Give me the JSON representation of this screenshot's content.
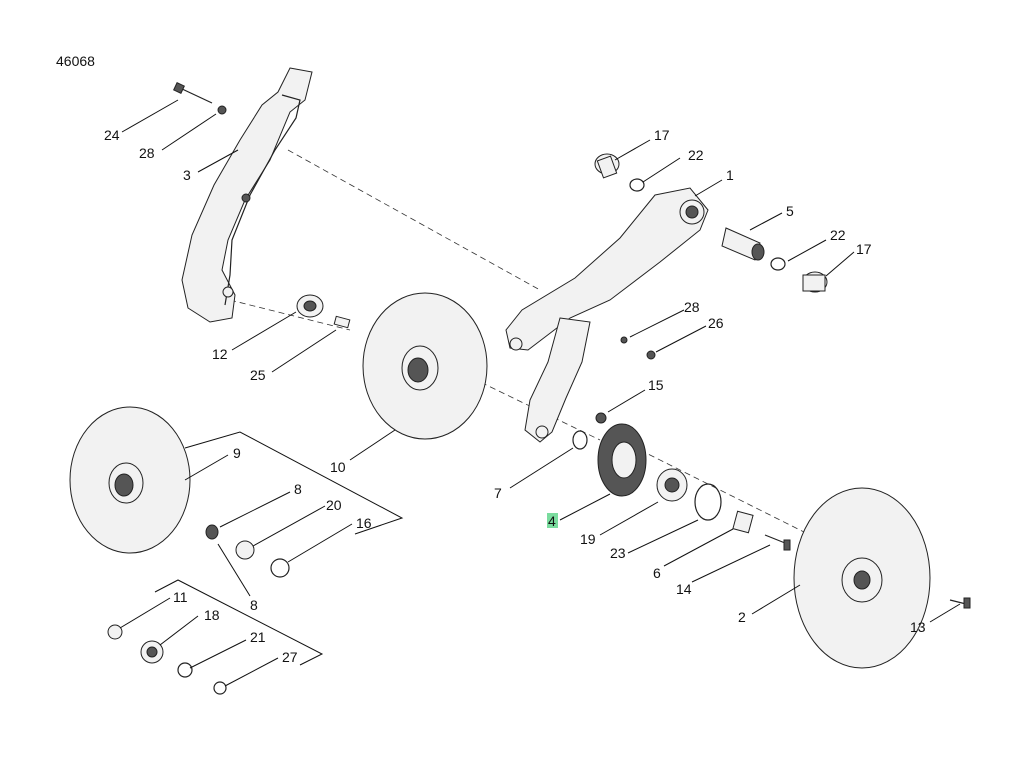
{
  "drawing_ref": "46068",
  "highlight_color": "#22c55e",
  "callouts": [
    {
      "id": "c24",
      "text": "24"
    },
    {
      "id": "c28a",
      "text": "28"
    },
    {
      "id": "c3",
      "text": "3"
    },
    {
      "id": "c12",
      "text": "12"
    },
    {
      "id": "c25",
      "text": "25"
    },
    {
      "id": "c10",
      "text": "10"
    },
    {
      "id": "c9",
      "text": "9"
    },
    {
      "id": "c8a",
      "text": "8"
    },
    {
      "id": "c20",
      "text": "20"
    },
    {
      "id": "c16",
      "text": "16"
    },
    {
      "id": "c8b",
      "text": "8"
    },
    {
      "id": "c11",
      "text": "11"
    },
    {
      "id": "c18",
      "text": "18"
    },
    {
      "id": "c21",
      "text": "21"
    },
    {
      "id": "c27",
      "text": "27"
    },
    {
      "id": "c17a",
      "text": "17"
    },
    {
      "id": "c22a",
      "text": "22"
    },
    {
      "id": "c1",
      "text": "1"
    },
    {
      "id": "c5",
      "text": "5"
    },
    {
      "id": "c22b",
      "text": "22"
    },
    {
      "id": "c17b",
      "text": "17"
    },
    {
      "id": "c28b",
      "text": "28"
    },
    {
      "id": "c26",
      "text": "26"
    },
    {
      "id": "c15",
      "text": "15"
    },
    {
      "id": "c7",
      "text": "7"
    },
    {
      "id": "c4",
      "text": "4",
      "highlighted": true
    },
    {
      "id": "c19",
      "text": "19"
    },
    {
      "id": "c23",
      "text": "23"
    },
    {
      "id": "c6",
      "text": "6"
    },
    {
      "id": "c14",
      "text": "14"
    },
    {
      "id": "c2",
      "text": "2"
    },
    {
      "id": "c13",
      "text": "13"
    }
  ]
}
